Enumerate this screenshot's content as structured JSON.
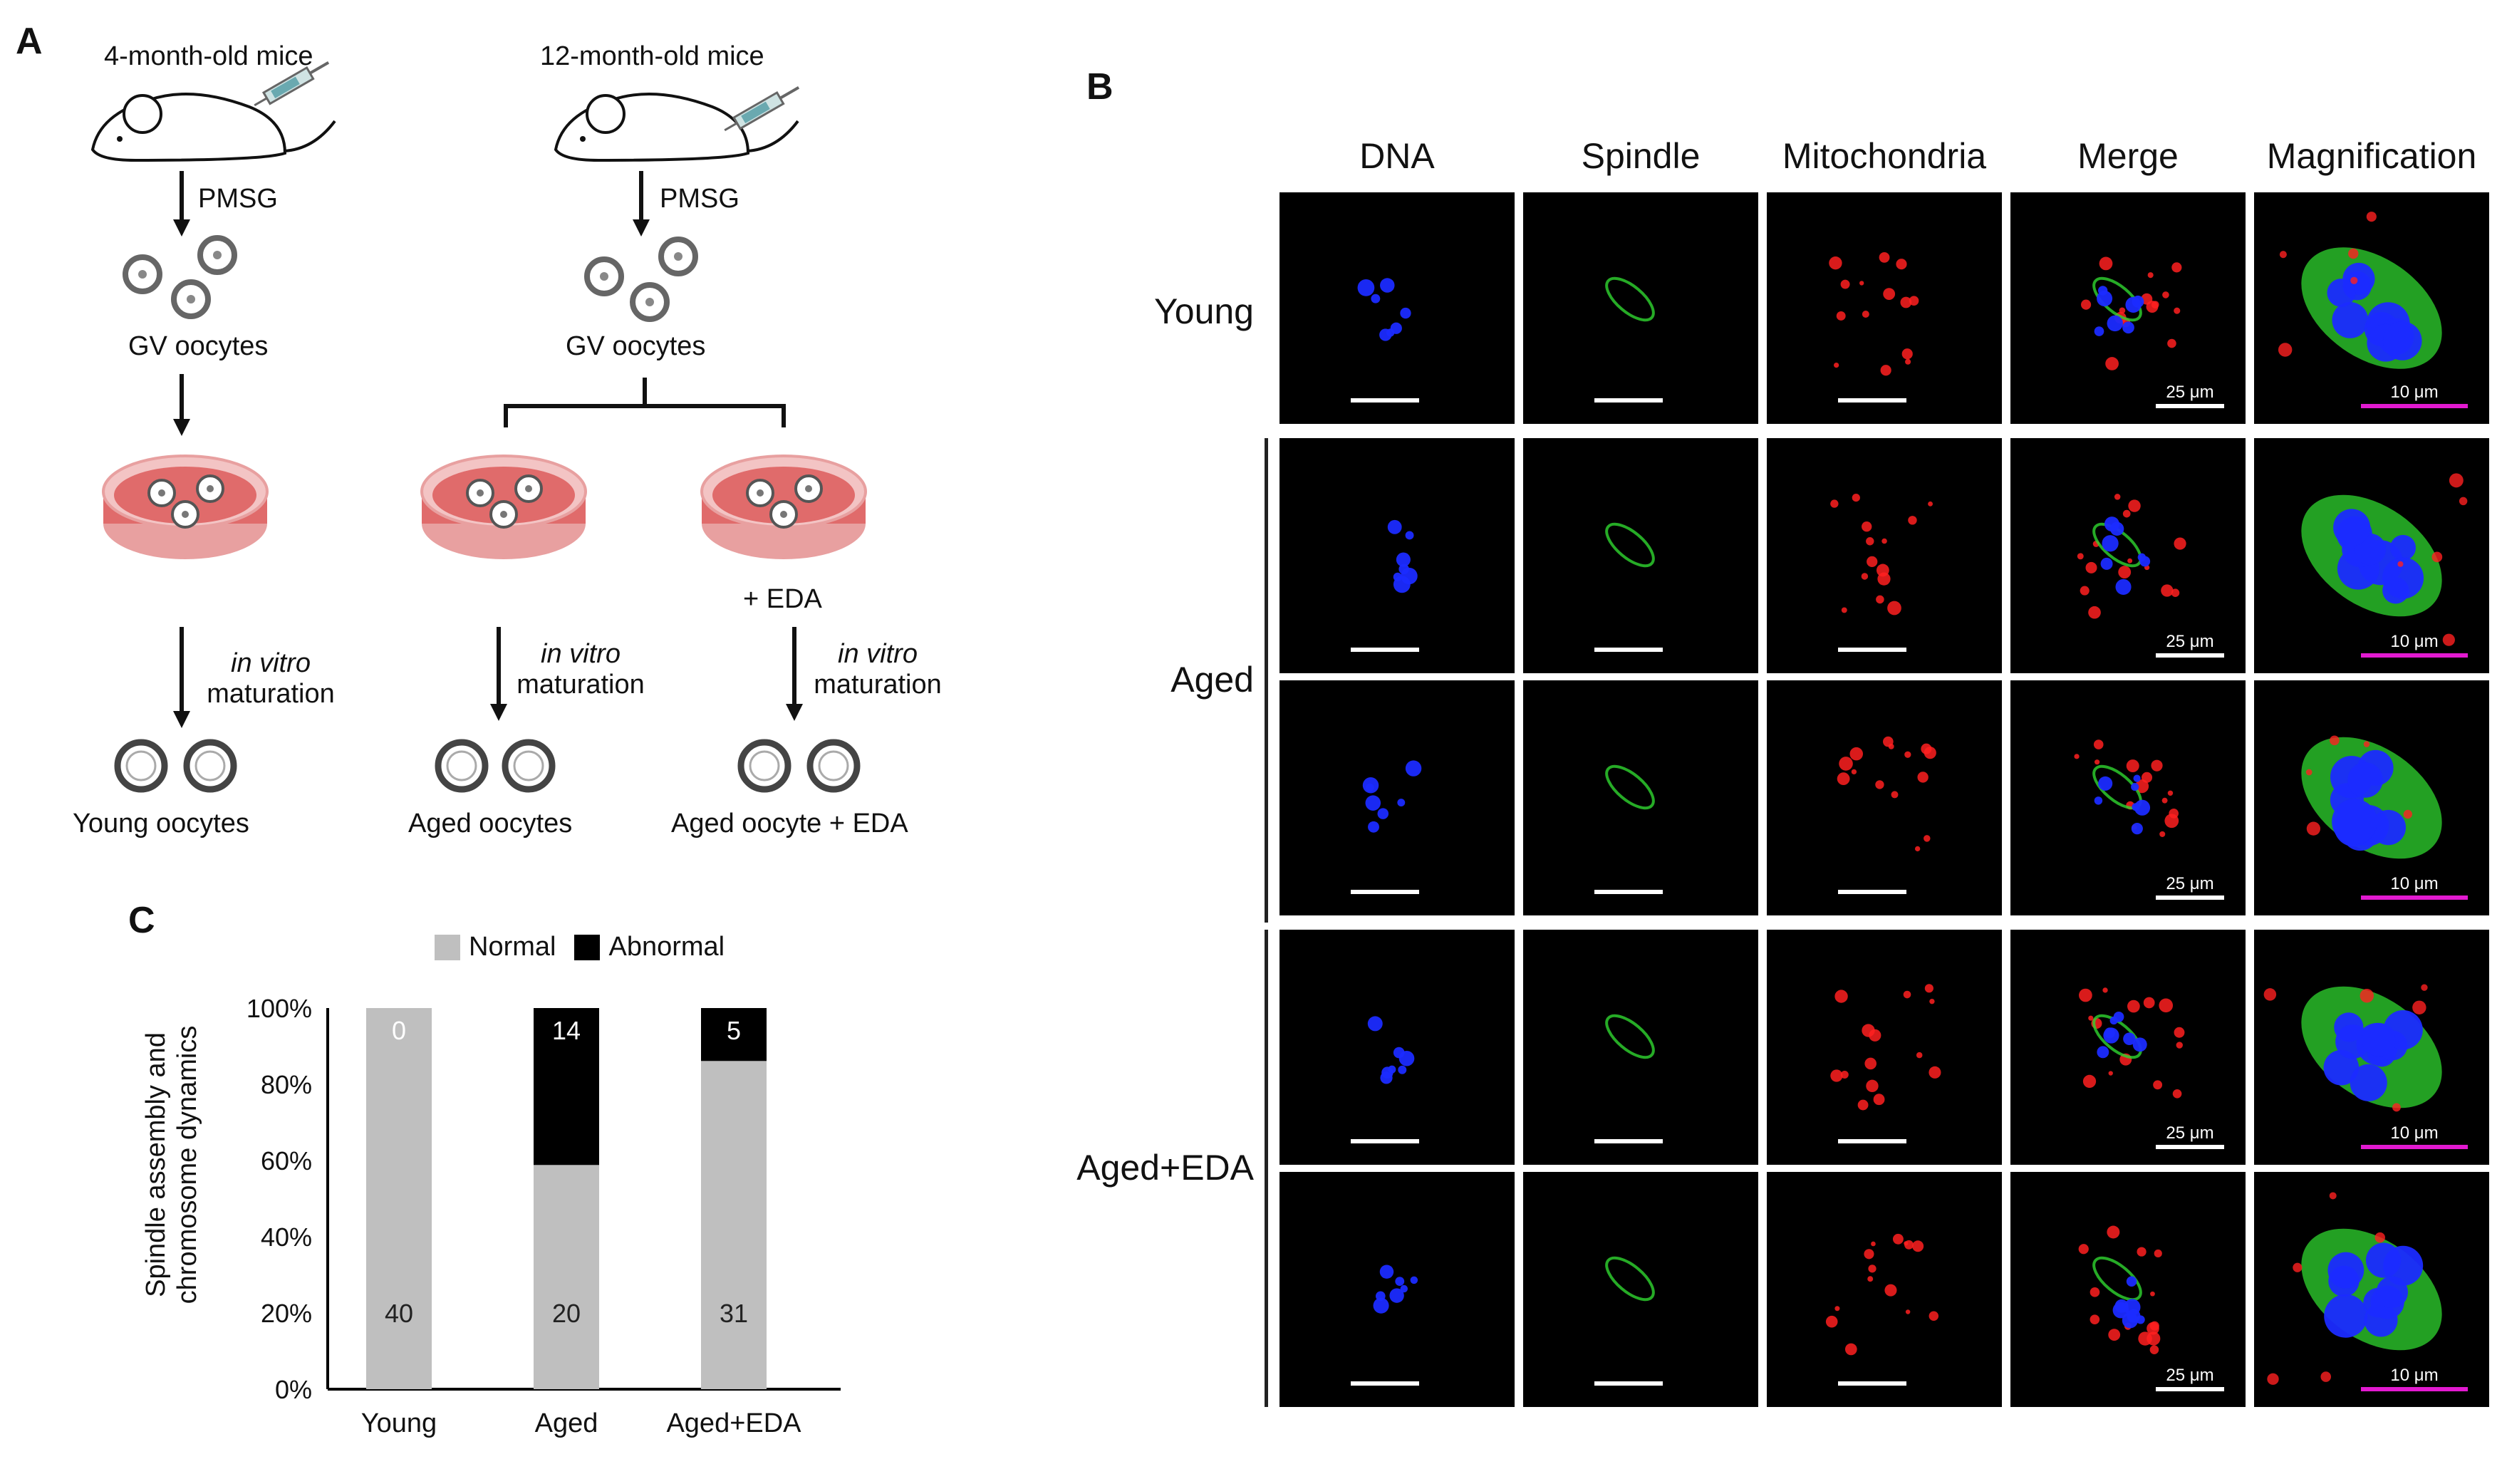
{
  "panelA": {
    "letter": "A",
    "left_group_title": "4-month-old mice",
    "right_group_title": "12-month-old mice",
    "pmsg_left": "PMSG",
    "pmsg_right": "PMSG",
    "gv_left": "GV oocytes",
    "gv_right": "GV oocytes",
    "eda_label": "+ EDA",
    "ivm_italic_1": "in vitro",
    "ivm_plain_1": "maturation",
    "ivm_italic_2": "in vitro",
    "ivm_plain_2": "maturation",
    "ivm_italic_3": "in vitro",
    "ivm_plain_3": "maturation",
    "result_young": "Young oocytes",
    "result_aged": "Aged oocytes",
    "result_aged_eda": "Aged oocyte + EDA",
    "colors": {
      "dish": "#e06b6b",
      "dish_rim": "#f3c4c4"
    }
  },
  "panelB": {
    "letter": "B",
    "columns": [
      "DNA",
      "Spindle",
      "Mitochondria",
      "Merge",
      "Magnification"
    ],
    "groups": [
      "Young",
      "Aged",
      "Aged+EDA"
    ],
    "scale_merge": "25 μm",
    "scale_mag": "10 μm",
    "colors": {
      "dna": "#1b2bff",
      "spindle": "#2fd62f",
      "mito": "#ff2020",
      "mag_bar": "#e21ad0"
    }
  },
  "panelC": {
    "letter": "C",
    "chart_data": {
      "type": "bar",
      "stacked": true,
      "percent": true,
      "categories": [
        "Young",
        "Aged",
        "Aged+EDA"
      ],
      "series": [
        {
          "name": "Normal",
          "counts": [
            40,
            20,
            31
          ],
          "color": "#bfbfbf"
        },
        {
          "name": "Abnormal",
          "counts": [
            0,
            14,
            5
          ],
          "color": "#000000"
        }
      ],
      "yticks": [
        "0%",
        "20%",
        "40%",
        "60%",
        "80%",
        "100%"
      ],
      "ylim": [
        0,
        100
      ],
      "ylabel_line1": "Spindle assembly and",
      "ylabel_line2": "chromosome dynamics",
      "xlabel": "",
      "legend_position": "top",
      "grid": false
    }
  }
}
